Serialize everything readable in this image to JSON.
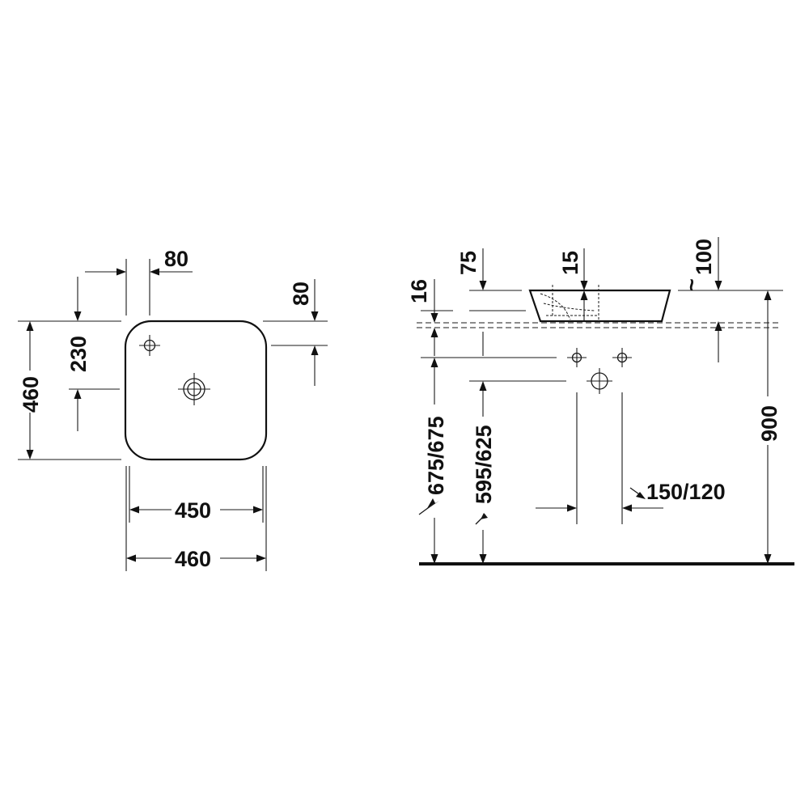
{
  "diagram": {
    "top_view": {
      "tap_hole_offset_x": "80",
      "tap_hole_offset_y": "80",
      "drain_height": "230",
      "overall_height": "460",
      "inner_width": "450",
      "overall_width": "460"
    },
    "side_view": {
      "dim_75": "75",
      "dim_15": "15",
      "dim_100": "100",
      "tilde": "~",
      "dim_16": "16",
      "dim_675": "675/675",
      "dim_595": "595/625",
      "dim_150": "150/120",
      "dim_900": "900"
    }
  }
}
